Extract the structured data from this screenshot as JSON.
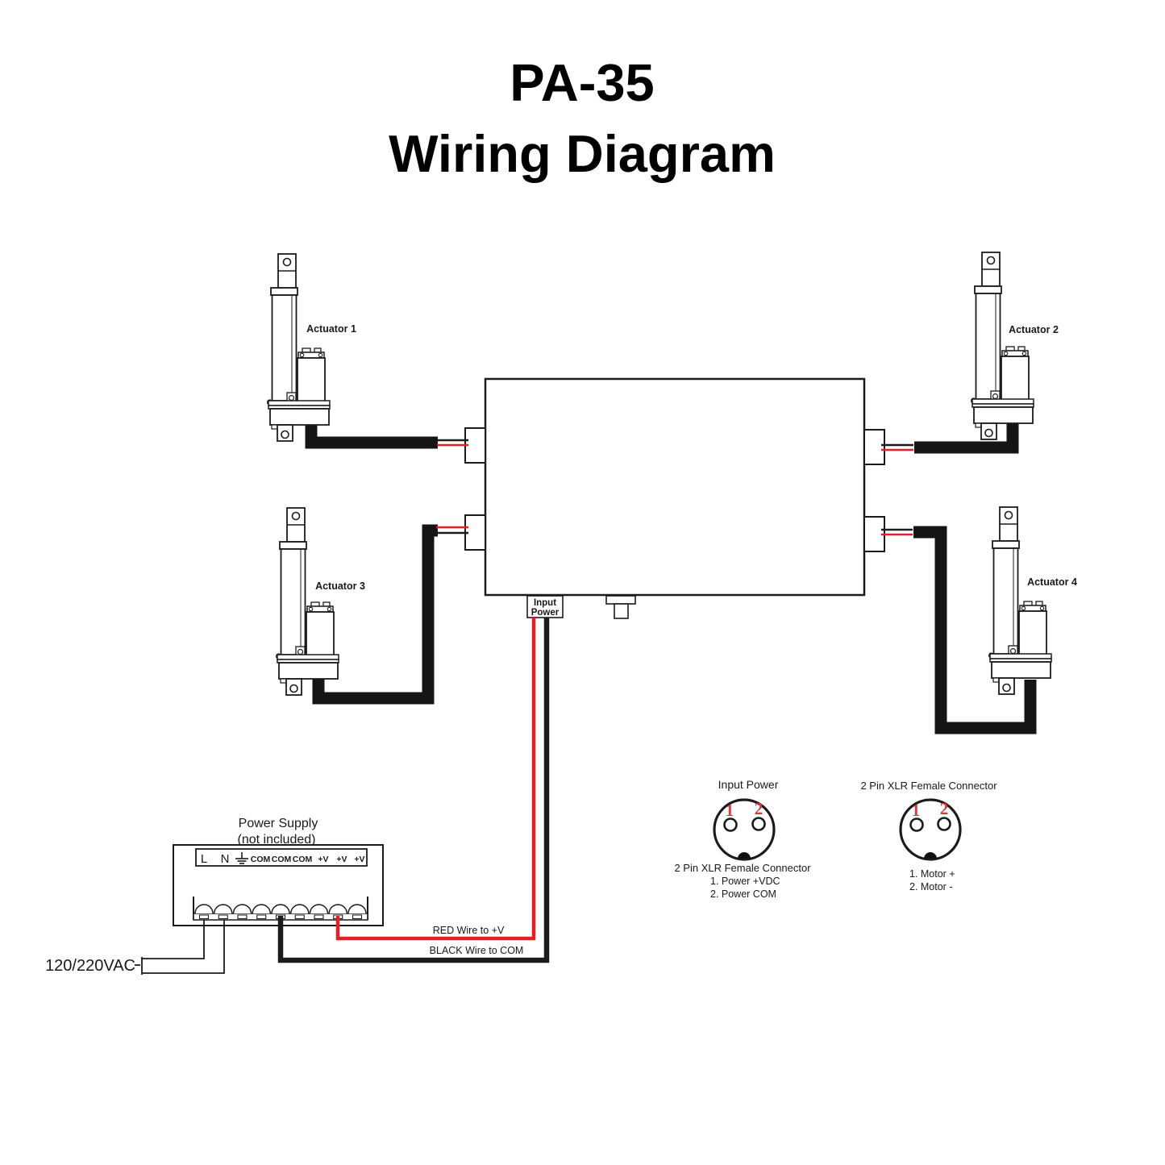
{
  "title": {
    "line1": "PA-35",
    "line2": "Wiring Diagram"
  },
  "actuators": {
    "a1": "Actuator 1",
    "a2": "Actuator 2",
    "a3": "Actuator 3",
    "a4": "Actuator 4"
  },
  "control_box": {
    "input_power_line1": "Input",
    "input_power_line2": "Power"
  },
  "power_supply": {
    "title": "Power Supply",
    "subtitle": "(not included)",
    "terminals": [
      "L",
      "N",
      "COM",
      "COM",
      "COM",
      "+V",
      "+V",
      "+V"
    ]
  },
  "mains": {
    "label": "120/220VAC"
  },
  "wire_labels": {
    "red": "RED Wire to +V",
    "black": "BLACK Wire to COM"
  },
  "xlr_input": {
    "title": "Input Power",
    "pin1": "1",
    "pin2": "2",
    "caption": "2 Pin XLR Female Connector",
    "pin1_desc": "1. Power +VDC",
    "pin2_desc": "2. Power COM"
  },
  "xlr_motor": {
    "title": "2 Pin XLR Female Connector",
    "pin1": "1",
    "pin2": "2",
    "pin1_desc": "1. Motor +",
    "pin2_desc": "2. Motor -"
  },
  "colors": {
    "wire_red": "#e02128",
    "wire_black": "#1b1b1b",
    "pin_number_red": "#d04040"
  }
}
